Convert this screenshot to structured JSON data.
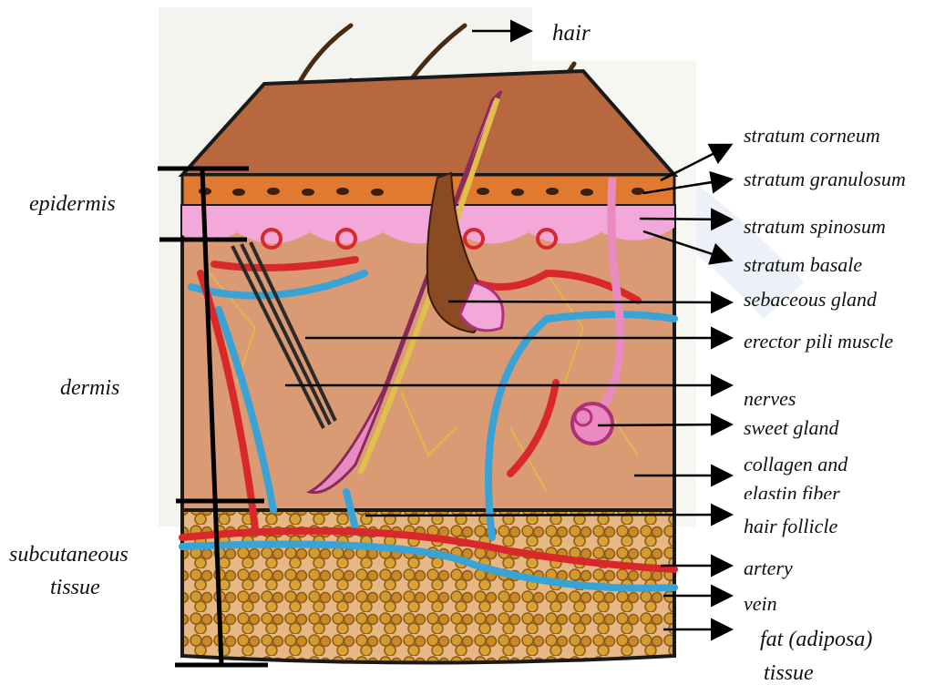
{
  "diagram": {
    "layers_left": {
      "epidermis": "epidermis",
      "dermis": "dermis",
      "subcutaneous_line1": "subcutaneous",
      "subcutaneous_line2": "tissue"
    },
    "labels_right": {
      "hair": "hair",
      "stratum_corneum": "stratum corneum",
      "stratum_granulosum": "stratum granulosum",
      "stratum_spinosum": "stratum spinosum",
      "stratum_basale": "stratum basale",
      "sebaceous_gland": "sebaceous gland",
      "erector_pili_muscle": "erector pili muscle",
      "nerves": "nerves",
      "sweet_gland": "sweet gland",
      "collagen_line1": "collagen and",
      "collagen_line2": "elastin fiber",
      "hair_follicle": "hair follicle",
      "artery": "artery",
      "vein": "vein",
      "fat_line1": "fat (adiposa)",
      "fat_line2": "tissue"
    },
    "colors": {
      "stratum_corneum": "#b8683f",
      "stratum_granulosum": "#e07a30",
      "dermis": "#d99a74",
      "papillary": "#f2a8d8",
      "artery": "#d8282a",
      "vein": "#3aa3d6",
      "fat": "#d49a2e",
      "follicle": "#e98ac0",
      "hair_shaft": "#8a4a22"
    }
  }
}
